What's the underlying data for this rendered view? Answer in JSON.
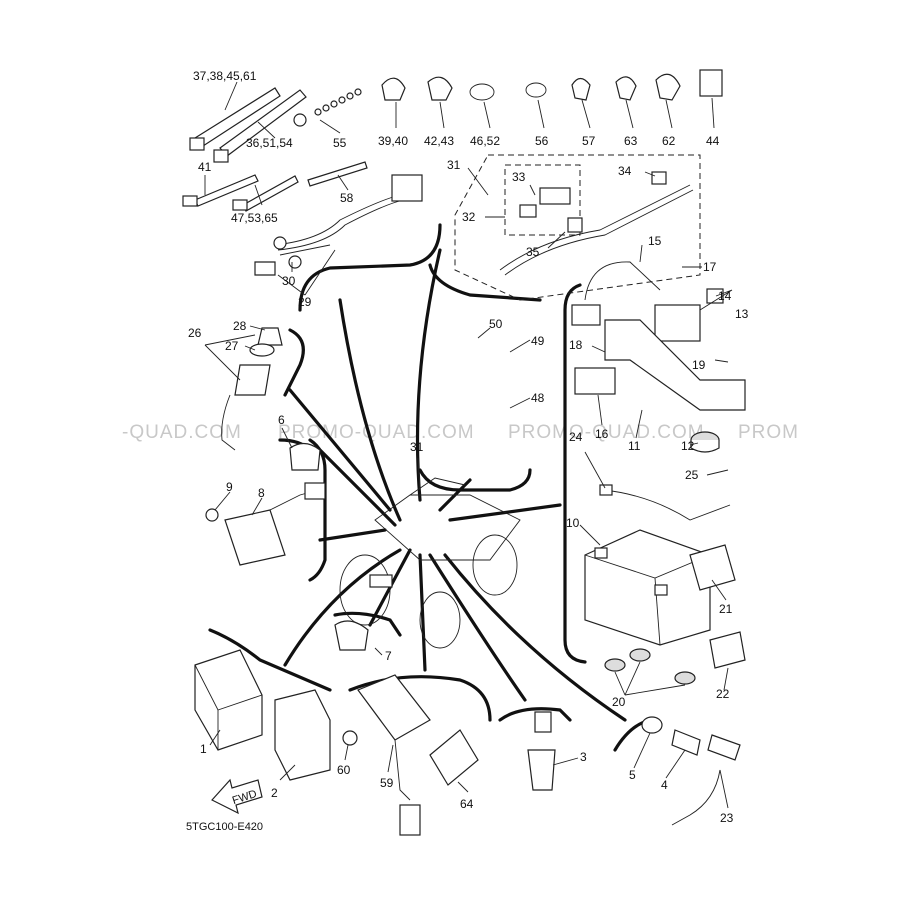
{
  "diagram_code": "5TGC100-E420",
  "watermark": "PROMO-QUAD.COM",
  "watermark_fragments": [
    "-QUAD.COM",
    "PROMO-QUAD.COM",
    "PROMO-QUAD.COM",
    "PROM"
  ],
  "fwd_label": "FWD",
  "callouts": {
    "c1": "1",
    "c2": "2",
    "c3": "3",
    "c4": "4",
    "c5": "5",
    "c6": "6",
    "c7": "7",
    "c8": "8",
    "c9": "9",
    "c10": "10",
    "c11": "11",
    "c12": "12",
    "c13": "13",
    "c14": "14",
    "c15": "15",
    "c16": "16",
    "c17": "17",
    "c18": "18",
    "c19": "19",
    "c20": "20",
    "c21": "21",
    "c22": "22",
    "c23": "23",
    "c24": "24",
    "c25": "25",
    "c26": "26",
    "c27": "27",
    "c28": "28",
    "c29": "29",
    "c30": "30",
    "c31a": "31",
    "c31b": "31",
    "c32": "32",
    "c33": "33",
    "c34": "34",
    "c35": "35",
    "c36": "36,51,54",
    "c37": "37,38,45,61",
    "c39": "39,40",
    "c41": "41",
    "c42": "42,43",
    "c46": "46,52",
    "c47": "47,53,65",
    "c48": "48",
    "c49": "49",
    "c50": "50",
    "c55": "55",
    "c56": "56",
    "c57": "57",
    "c58": "58",
    "c59": "59",
    "c60": "60",
    "c62": "62",
    "c63": "63",
    "c64": "64",
    "c44": "44"
  }
}
